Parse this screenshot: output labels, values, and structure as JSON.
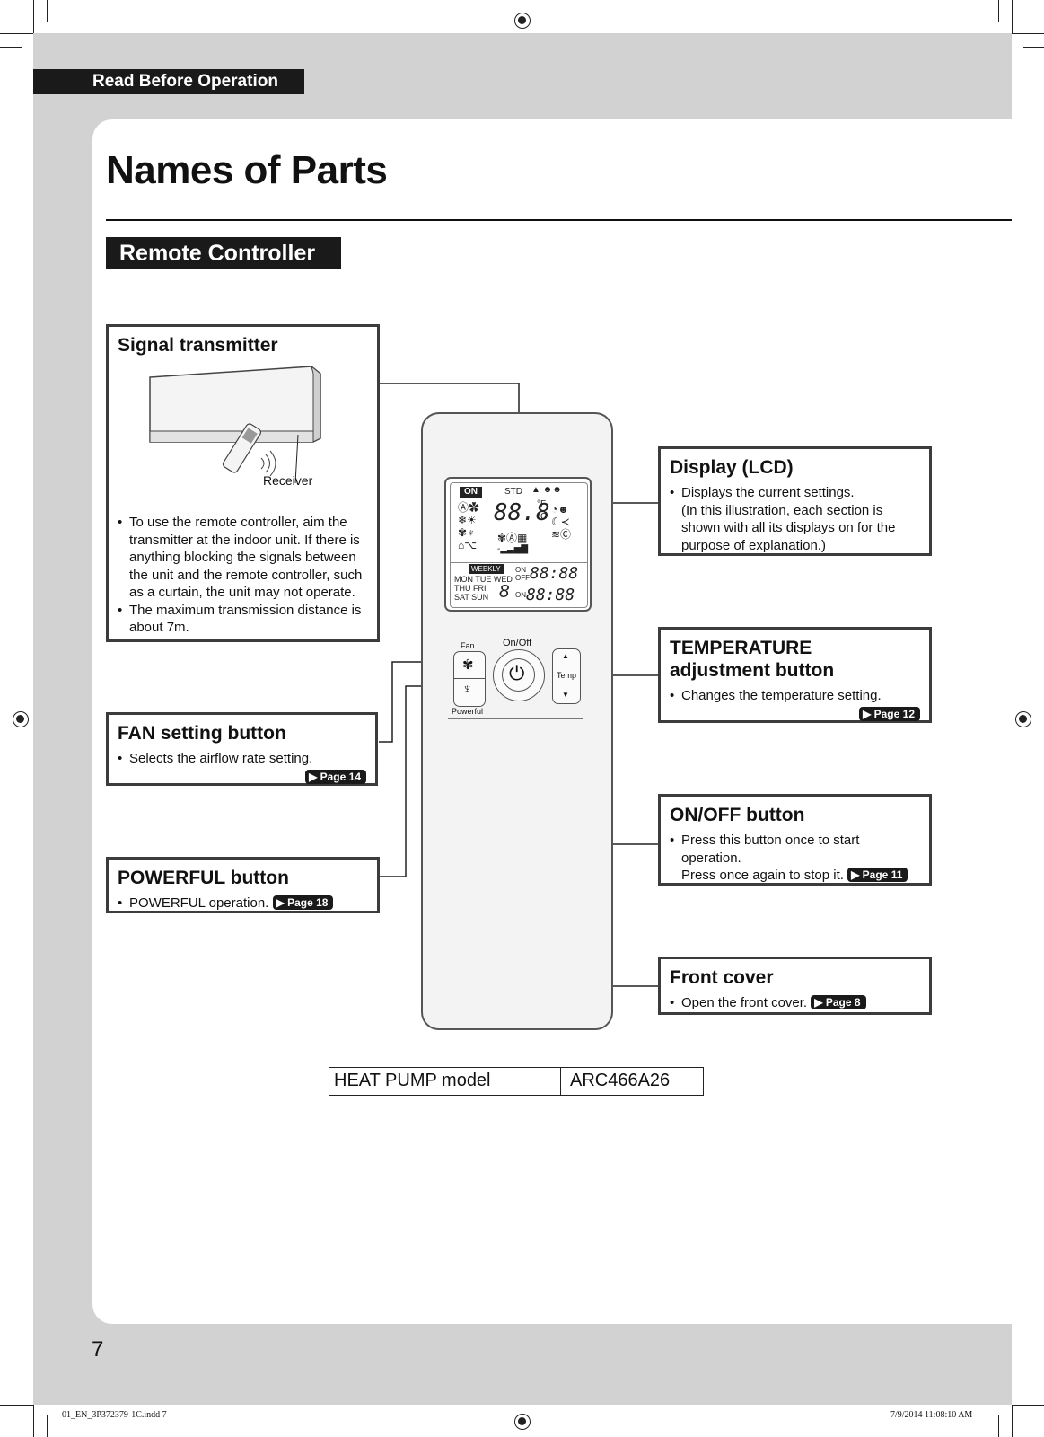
{
  "header": {
    "section_tab": "Read Before Operation"
  },
  "page_title": "Names of Parts",
  "subheading": "Remote Controller",
  "signal_transmitter": {
    "title": "Signal transmitter",
    "receiver_label": "Receiver",
    "bullets": [
      "To use the remote controller, aim the transmitter at the indoor unit. If there is anything blocking the signals between the unit and the remote controller, such as a curtain, the unit may not operate.",
      "The maximum transmission distance is about 7m."
    ]
  },
  "display": {
    "title": "Display (LCD)",
    "bullet": "Displays the current settings.",
    "note": "(In this illustration, each section is shown with all its displays on for the purpose of explanation.)"
  },
  "temperature": {
    "title": "TEMPERATURE adjustment button",
    "bullet": "Changes the temperature setting.",
    "page_ref": "Page 12"
  },
  "fan": {
    "title": "FAN setting button",
    "bullet": "Selects the airflow rate setting.",
    "page_ref": "Page 14"
  },
  "onoff": {
    "title": "ON/OFF button",
    "bullet": "Press this button once to start operation.",
    "bullet_cont": "Press once again to stop it.",
    "page_ref": "Page 11"
  },
  "powerful": {
    "title": "POWERFUL button",
    "bullet": "POWERFUL operation.",
    "page_ref": "Page 18"
  },
  "front_cover": {
    "title": "Front cover",
    "bullet": "Open the front cover.",
    "page_ref": "Page 8"
  },
  "remote": {
    "lcd": {
      "on": "ON",
      "std": "STD",
      "temp": "88.8",
      "c": "°C",
      "f": "°F",
      "weekly": "WEEKLY",
      "days1": "MON TUE WED",
      "days2": "THU FRI",
      "days3": "SAT SUN",
      "day_digit": "8",
      "on_small": "ON",
      "off_small": "OFF",
      "time1": "88:88",
      "time2": "88:88"
    },
    "fan_label": "Fan",
    "onoff_label": "On/Off",
    "temp_label": "Temp",
    "powerful_label": "Powerful"
  },
  "model_table": {
    "label": "HEAT  PUMP model",
    "value": "ARC466A26"
  },
  "page_number": "7",
  "footer": {
    "file": "01_EN_3P372379-1C.indd   7",
    "timestamp": "7/9/2014   11:08:10 AM"
  }
}
